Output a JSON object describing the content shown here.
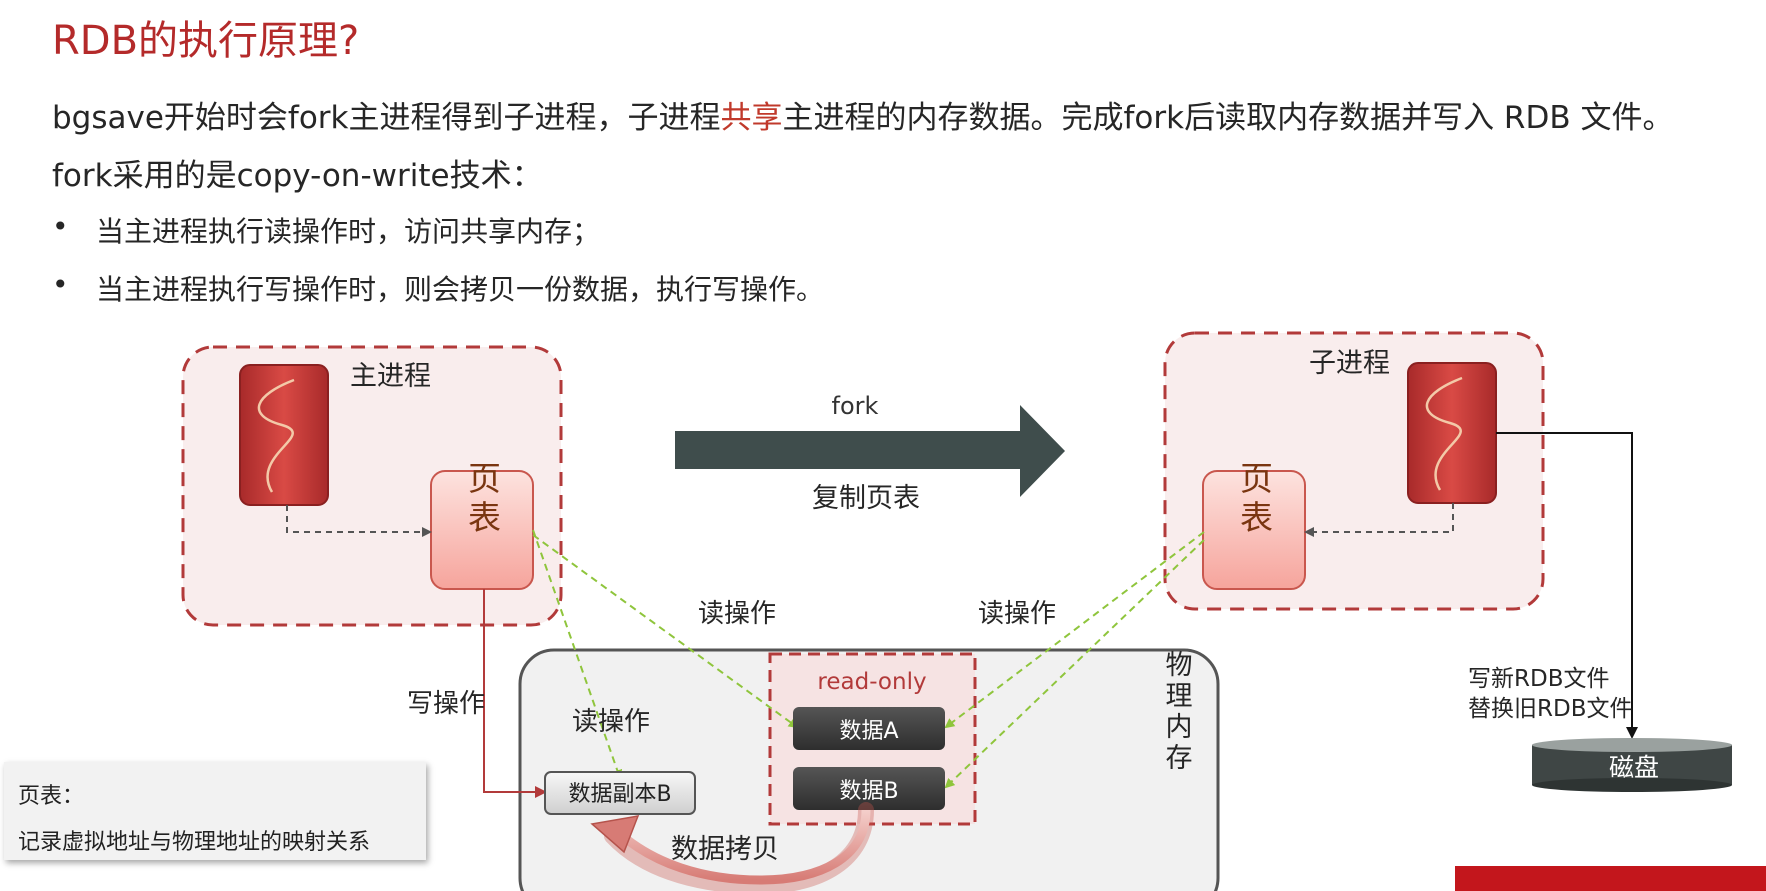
{
  "title": "RDB的执行原理?",
  "intro": {
    "line1_a": "bgsave开始时会fork主进程得到子进程，子进程",
    "line1_hl": "共享",
    "line1_b": "主进程的内存数据。完成fork后读取内存数据并写入 RDB 文件。",
    "line2": "fork采用的是copy-on-write技术："
  },
  "bullets": [
    "当主进程执行读操作时，访问共享内存；",
    "当主进程执行写操作时，则会拷贝一份数据，执行写操作。"
  ],
  "diagram": {
    "main_process": "主进程",
    "child_process": "子进程",
    "fork": "fork",
    "copy_page_table": "复制页表",
    "page_table_main": "页表",
    "page_table_child": "页表",
    "read_op_main": "读操作",
    "read_op_child": "读操作",
    "read_op_inner": "读操作",
    "write_op": "写操作",
    "read_only": "read-only",
    "data_a": "数据A",
    "data_b": "数据B",
    "data_copy_b": "数据副本B",
    "data_copy": "数据拷贝",
    "physical_memory": "物理内存",
    "write_rdb_1": "写新RDB文件",
    "write_rdb_2": "替换旧RDB文件",
    "disk": "磁盘"
  },
  "note": {
    "label": "页表：",
    "text": "记录虚拟地址与物理地址的映射关系"
  },
  "colors": {
    "title": "#b42a2a",
    "highlight": "#c0392b",
    "process_border": "#b23a3a",
    "process_fill": "#f9eded",
    "arrow": "#3f4d4c",
    "data_box": "#3b3b3b",
    "dash_green": "#8fc53c",
    "write_line": "#b23a3a"
  }
}
